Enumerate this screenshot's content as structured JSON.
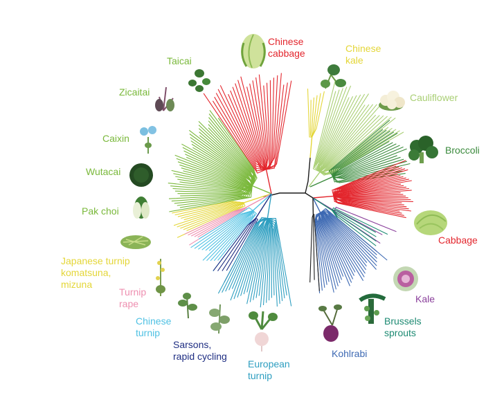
{
  "colors": {
    "red": "#e3262d",
    "green": "#79b83a",
    "lightgreen": "#a9cf74",
    "darkgreen": "#3a8a3c",
    "yellow": "#e4d638",
    "pink": "#ee8fb0",
    "cyan": "#4fc1e3",
    "teal": "#2d9ec0",
    "navy": "#1e2d82",
    "blue": "#3d69b3",
    "purple": "#8a3f9b",
    "seagreen": "#1d8a72",
    "black": "#1a1a1a"
  },
  "labels": [
    {
      "id": "chinese-cabbage",
      "text": "Chinese\ncabbage",
      "color": "#e3262d",
      "icon": "chinese-cabbage-icon"
    },
    {
      "id": "chinese-kale",
      "text": "Chinese\nkale",
      "color": "#e4d638",
      "icon": "chinese-kale-icon"
    },
    {
      "id": "cauliflower",
      "text": "Cauliflower",
      "color": "#a9cf74",
      "icon": "cauliflower-icon"
    },
    {
      "id": "broccoli",
      "text": "Broccoli",
      "color": "#3a8a3c",
      "icon": "broccoli-icon"
    },
    {
      "id": "cabbage",
      "text": "Cabbage",
      "color": "#e3262d",
      "icon": "cabbage-icon"
    },
    {
      "id": "kale",
      "text": "Kale",
      "color": "#8a3f9b",
      "icon": "kale-icon"
    },
    {
      "id": "brussels-sprouts",
      "text": "Brussels\nsprouts",
      "color": "#1d8a72",
      "icon": "brussels-sprouts-icon"
    },
    {
      "id": "kohlrabi",
      "text": "Kohlrabi",
      "color": "#3d69b3",
      "icon": "kohlrabi-icon"
    },
    {
      "id": "european-turnip",
      "text": "European\nturnip",
      "color": "#2d9ec0",
      "icon": "european-turnip-icon"
    },
    {
      "id": "sarsons",
      "text": "Sarsons,\nrapid cycling",
      "color": "#1e2d82",
      "icon": "sarsons-icon"
    },
    {
      "id": "chinese-turnip",
      "text": "Chinese\nturnip",
      "color": "#4fc1e3",
      "icon": "chinese-turnip-icon"
    },
    {
      "id": "turnip-rape",
      "text": "Turnip\nrape",
      "color": "#ee8fb0",
      "icon": "turnip-rape-icon"
    },
    {
      "id": "japanese-turnip",
      "text": "Japanese turnip\nkomatsuna,\nmizuna",
      "color": "#e4d638",
      "icon": "japanese-turnip-icon"
    },
    {
      "id": "pak-choi",
      "text": "Pak choi",
      "color": "#79b83a",
      "icon": "pak-choi-icon"
    },
    {
      "id": "wutacai",
      "text": "Wutacai",
      "color": "#79b83a",
      "icon": "wutacai-icon"
    },
    {
      "id": "caixin",
      "text": "Caixin",
      "color": "#79b83a",
      "icon": "caixin-icon"
    },
    {
      "id": "zicaitai",
      "text": "Zicaitai",
      "color": "#79b83a",
      "icon": "zicaitai-icon"
    },
    {
      "id": "taicai",
      "text": "Taicai",
      "color": "#79b83a",
      "icon": "taicai-icon"
    }
  ]
}
